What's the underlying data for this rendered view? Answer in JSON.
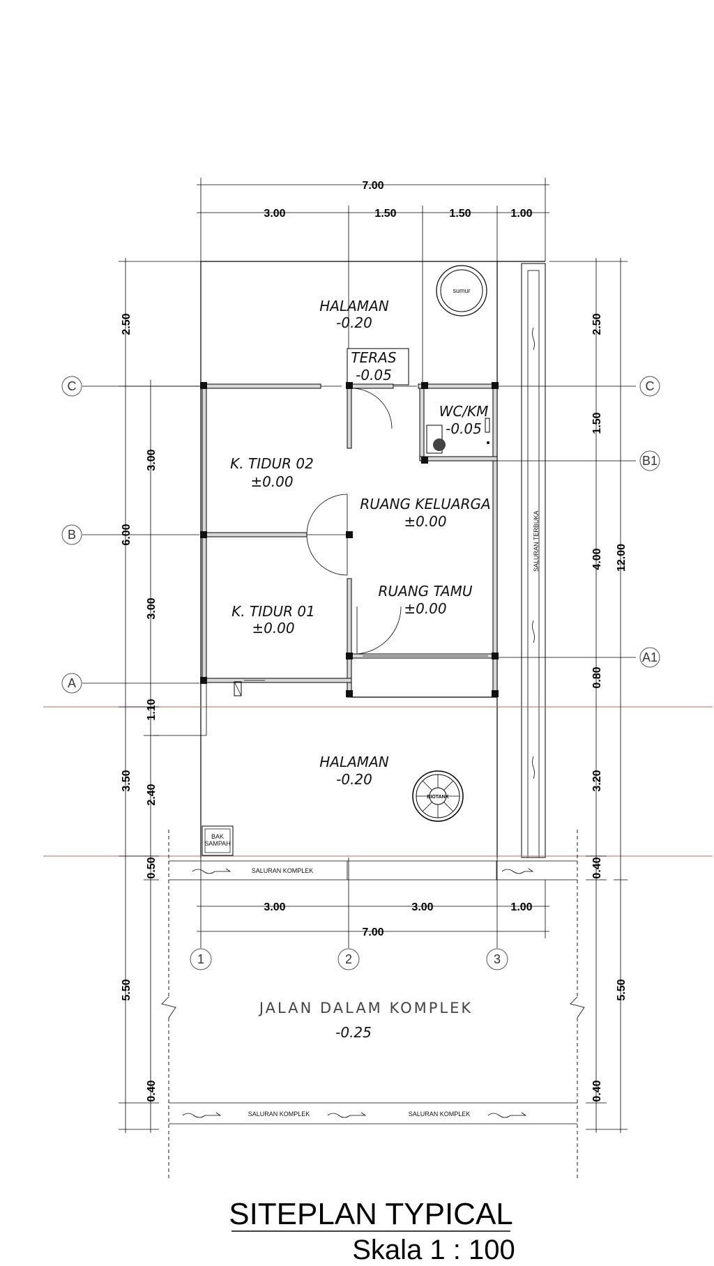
{
  "title": "SITEPLAN TYPICAL",
  "scale": "Skala 1 : 100",
  "dims_top": {
    "total": "7.00",
    "d1": "3.00",
    "d2": "1.50",
    "d3": "1.50",
    "d4": "1.00"
  },
  "dims_bottom": {
    "d1": "3.00",
    "d2": "3.00",
    "d3": "1.00",
    "total": "7.00"
  },
  "dims_left": {
    "d_top": "2.50",
    "d_b1": "3.00",
    "d_b2": "3.00",
    "d_house": "6.00",
    "d_1_10": "1.10",
    "d_2_40": "2.40",
    "d_3_50": "3.50",
    "d_0_50": "0.50",
    "d_road": "5.50",
    "d_0_40": "0.40"
  },
  "dims_right": {
    "d_top": "2.50",
    "d_1_50": "1.50",
    "d_4_00": "4.00",
    "d_0_80": "0.80",
    "d_3_20": "3.20",
    "d_0_40a": "0.40",
    "d_total": "12.00",
    "d_road": "5.50",
    "d_0_40b": "0.40"
  },
  "grid": {
    "C": "C",
    "B": "B",
    "A": "A",
    "C_r": "C",
    "B1": "B1",
    "A1": "A1",
    "g1": "1",
    "g2": "2",
    "g3": "3"
  },
  "rooms": {
    "halaman_top": "HALAMAN",
    "halaman_top_lvl": "-0.20",
    "teras": "TERAS",
    "teras_lvl": "-0.05",
    "wc": "WC/KM",
    "wc_lvl": "-0.05",
    "kt02": "K. TIDUR 02",
    "kt02_lvl": "±0.00",
    "rk": "RUANG KELUARGA",
    "rk_lvl": "±0.00",
    "rt": "RUANG TAMU",
    "rt_lvl": "±0.00",
    "kt01": "K. TIDUR 01",
    "kt01_lvl": "±0.00",
    "halaman_bot": "HALAMAN",
    "halaman_bot_lvl": "-0.20"
  },
  "labels": {
    "sumur": "sumur",
    "biotank": "BIOTANK",
    "bak1": "BAK",
    "bak2": "SAMPAH",
    "saluran_terbuka": "SALURAN TERBUKA",
    "saluran_komplek_1": "SALURAN KOMPLEK",
    "saluran_komplek_2": "SALURAN KOMPLEK",
    "saluran_komplek_3": "SALURAN KOMPLEK",
    "jalan": "JALAN DALAM KOMPLEK",
    "jalan_lvl": "-0.25"
  }
}
